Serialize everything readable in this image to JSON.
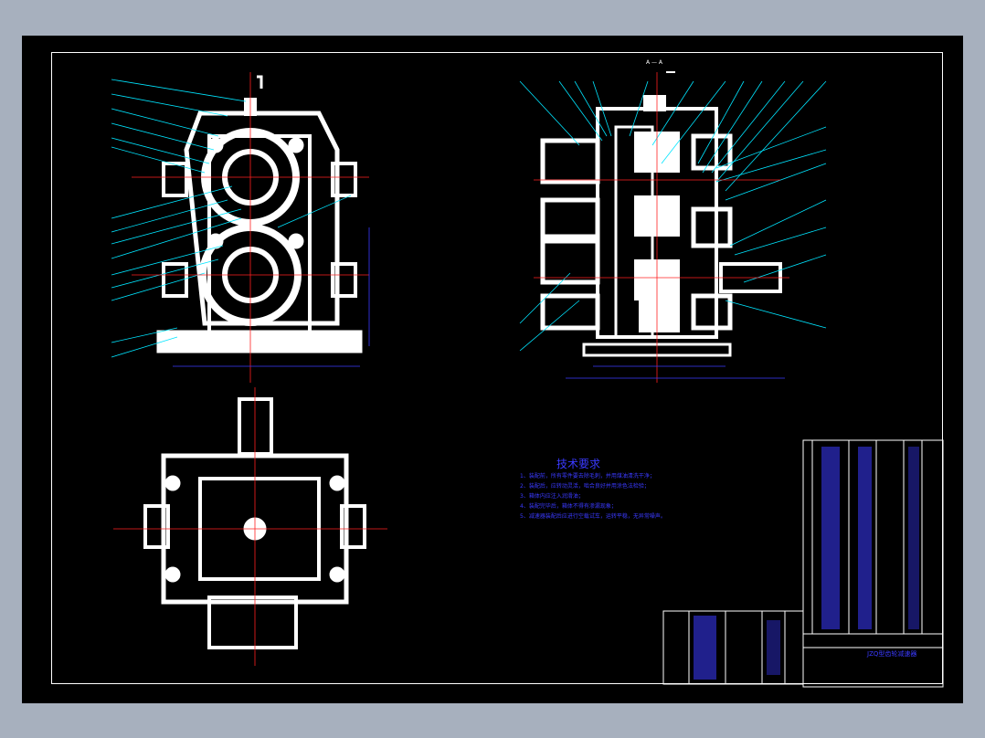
{
  "title_block": {
    "drawing_name": "JZQ型齿轮减速器"
  },
  "tech_req": {
    "title": "技术要求",
    "lines": [
      "1、装配前，所有零件要去除毛刺，并用煤油清洗干净；",
      "2、装配后，应转动灵活，啮合良好并用涂色法检验；",
      "3、箱体内应注入润滑油；",
      "4、装配完毕后，箱体不得有渗漏现象；",
      "5、减速器装配后应进行空载试车，运转平稳，无异常噪声。"
    ]
  },
  "section_label": "A — A",
  "colors": {
    "bg": "#000000",
    "frame": "#a7b0be",
    "lines": "#ffffff",
    "annot": "#3a3aff",
    "leader": "#00e5ff",
    "center": "#ff2020"
  }
}
